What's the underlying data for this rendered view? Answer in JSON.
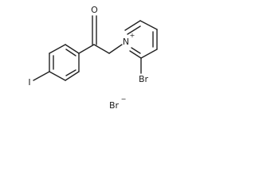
{
  "molecule": {
    "atoms": {
      "oxygen": "O",
      "nitrogen": "N",
      "nitrogen_charge": "+",
      "iodine": "I",
      "bromine_substituent": "Br"
    },
    "counterion": {
      "symbol": "Br",
      "charge": "−"
    }
  }
}
